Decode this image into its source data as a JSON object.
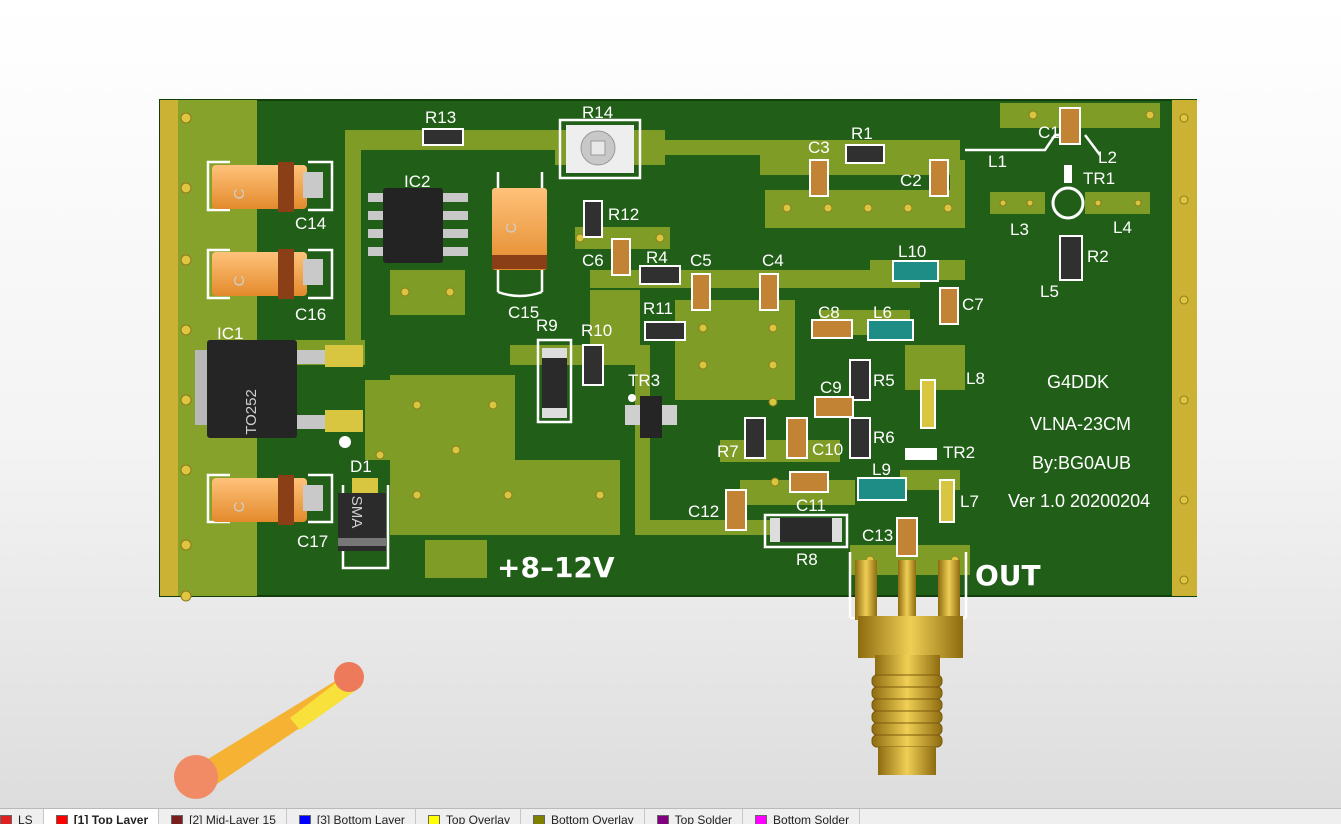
{
  "board": {
    "silkscreen_labels": [
      "R13",
      "R14",
      "R1",
      "C3",
      "C2",
      "L1",
      "C1",
      "L2",
      "TR1",
      "C14",
      "IC2",
      "R12",
      "L3",
      "L4",
      "C6",
      "R4",
      "C5",
      "C4",
      "L10",
      "R2",
      "C16",
      "C15",
      "R11",
      "C8",
      "L6",
      "C7",
      "L5",
      "IC1",
      "R9",
      "R10",
      "R5",
      "L8",
      "TR3",
      "C9",
      "R6",
      "C10",
      "R7",
      "TR2",
      "L9",
      "D1",
      "C11",
      "L7",
      "C12",
      "C13",
      "C17",
      "R8"
    ],
    "package_labels": [
      "C",
      "C",
      "C",
      "C",
      "C",
      "TO252",
      "SMA"
    ],
    "voltage_label": "+8–12V",
    "output_label": "OUT",
    "info_lines": [
      "G4DDK",
      "VLNA-23CM",
      "By:BG0AUB",
      "Ver 1.0 20200204"
    ]
  },
  "layer_tabs": [
    {
      "label": "LS",
      "color": "#e02020"
    },
    {
      "label": "[1] Top Layer",
      "color": "#ff0000",
      "active": true
    },
    {
      "label": "[2] Mid-Layer 15",
      "color": "#7a1f1f"
    },
    {
      "label": "[3] Bottom Layer",
      "color": "#0000ff"
    },
    {
      "label": "Top Overlay",
      "color": "#ffff00"
    },
    {
      "label": "Bottom Overlay",
      "color": "#808000"
    },
    {
      "label": "Top Solder",
      "color": "#800080"
    },
    {
      "label": "Bottom Solder",
      "color": "#ff00ff"
    }
  ],
  "colors": {
    "board": "#1f5f17",
    "copper": "#7f9c27",
    "gold": "#cfae2f",
    "silk": "#ffffff"
  }
}
